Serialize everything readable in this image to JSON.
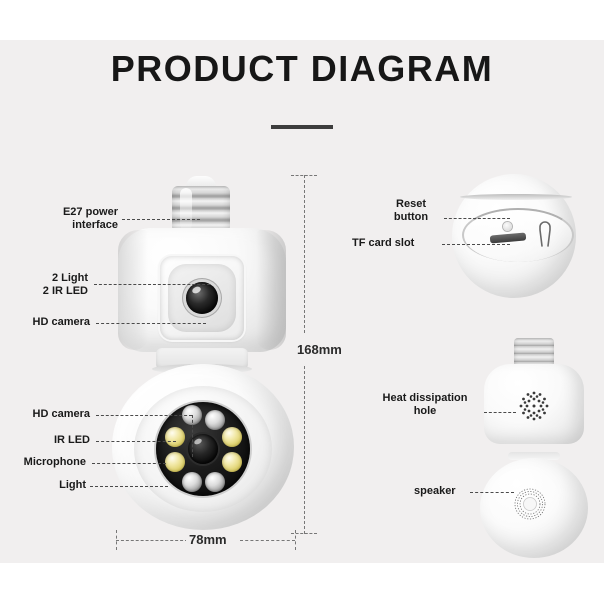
{
  "header": {
    "title": "PRODUCT DIAGRAM"
  },
  "labels": {
    "left": [
      {
        "id": "e27-power-interface",
        "text": "E27 power\ninterface"
      },
      {
        "id": "two-light-two-ir-led",
        "text": "2 Light\n2 IR LED"
      },
      {
        "id": "hd-camera-top",
        "text": "HD camera"
      },
      {
        "id": "hd-camera-bottom",
        "text": "HD camera"
      },
      {
        "id": "ir-led",
        "text": "IR LED"
      },
      {
        "id": "microphone",
        "text": "Microphone"
      },
      {
        "id": "light",
        "text": "Light"
      }
    ],
    "right": [
      {
        "id": "reset-button",
        "text": "Reset\nbutton"
      },
      {
        "id": "tf-card-slot",
        "text": "TF card slot"
      },
      {
        "id": "heat-dissipation-hole",
        "text": "Heat dissipation\nhole"
      },
      {
        "id": "speaker",
        "text": "speaker"
      }
    ]
  },
  "dimensions": {
    "height": "168mm",
    "width": "78mm"
  },
  "colors": {
    "panel_background": "#f1efef",
    "page_background": "#ffffff",
    "title_text": "#171717",
    "label_text": "#1a1a1a",
    "leader_line": "#4a4a4a",
    "dimension_line": "#777777",
    "led_warm": "#ded06a",
    "led_ir": "#dcdcdc",
    "lens_black": "#0c0c0c",
    "body_white": "#ffffff",
    "metal_gray": "#c8c8c8"
  },
  "icons": {
    "reset_pin": "reset-pin-icon",
    "heat_holes": "heat-dissipation-hole-icon",
    "speaker_grill": "speaker-grill-icon"
  }
}
